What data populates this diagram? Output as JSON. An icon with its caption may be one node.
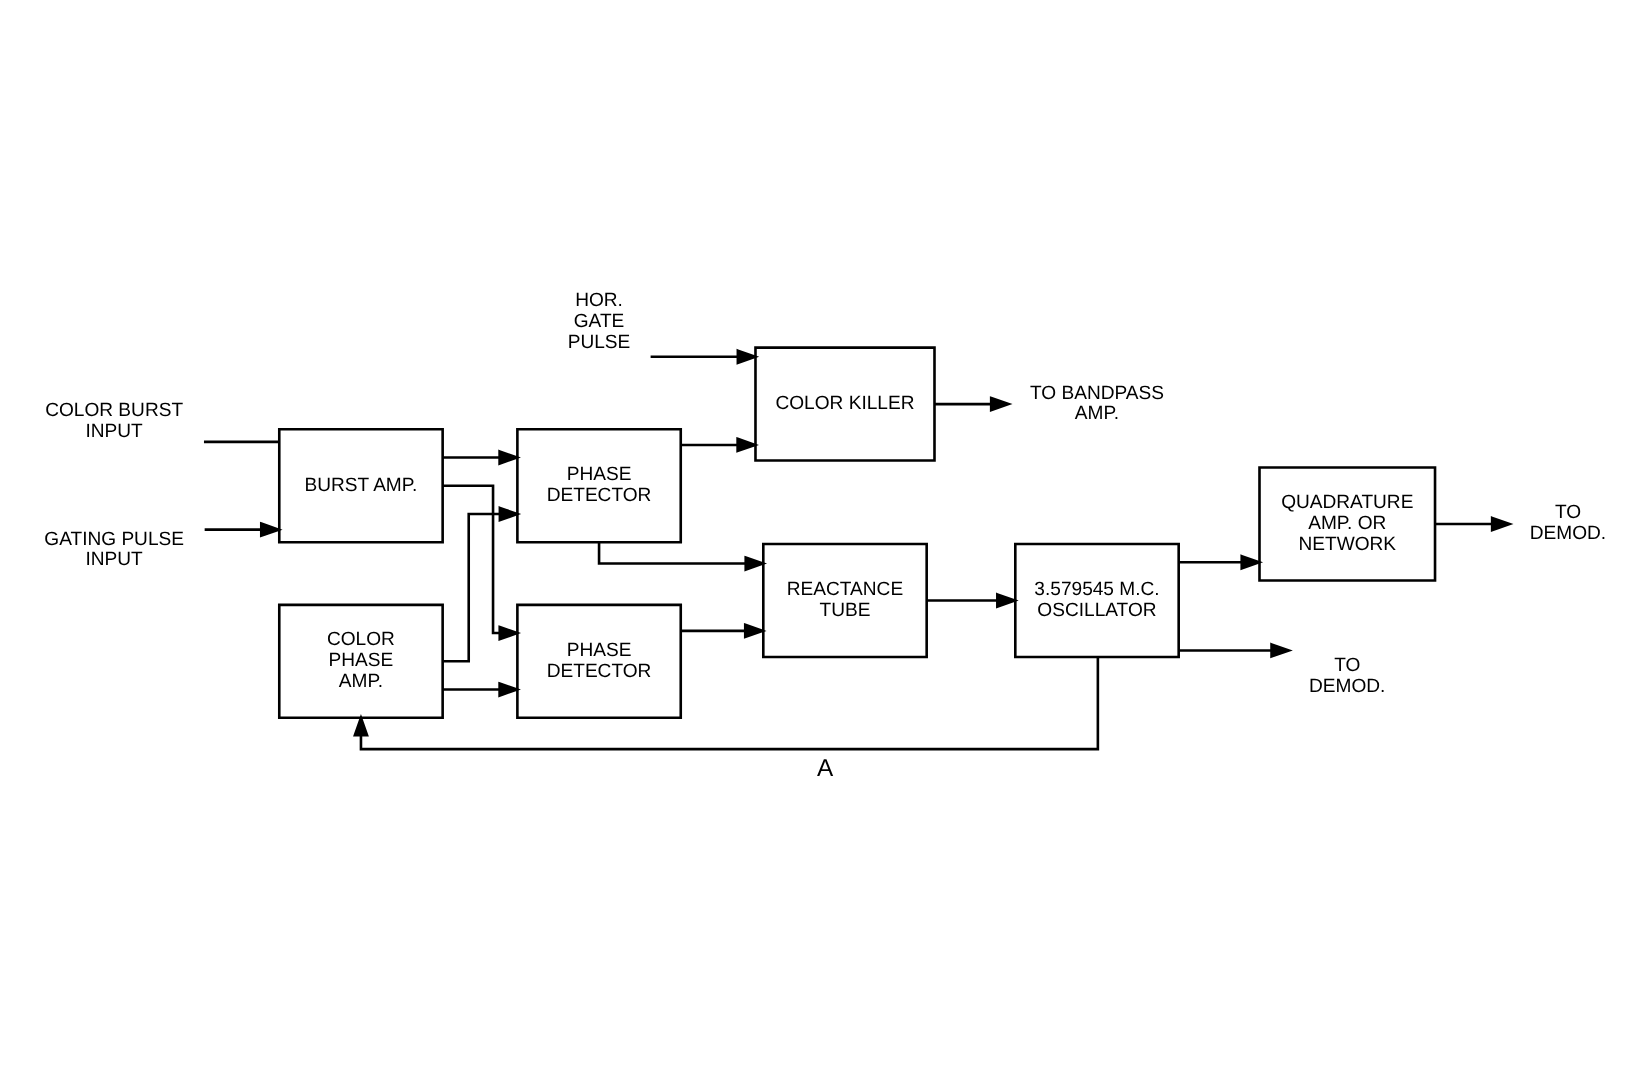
{
  "diagram": {
    "caption": "A",
    "nodes": [
      {
        "text": [
          "COLOR BURST INPUT"
        ]
      },
      {
        "text": [
          "BURST AMP."
        ]
      },
      {
        "text": [
          "GATING PULSE INPUT"
        ]
      },
      {
        "text": [
          "PHASE DETECTOR"
        ]
      },
      {
        "text": [
          "COLOR KILLER"
        ]
      },
      {
        "text": [
          "TO BANDPASS AMP."
        ]
      },
      {
        "text": [
          "HOR. GATE PULSE"
        ]
      },
      {
        "text": [
          "QUADRATURE AMP. OR NETWORK"
        ]
      },
      {
        "text": [
          "TO DEMOD."
        ]
      },
      {
        "text": [
          "COLOR PHASE AMP."
        ]
      },
      {
        "text": [
          "PHASE DETECTOR"
        ]
      },
      {
        "text": [
          "REACTANCE TUBE"
        ]
      },
      {
        "text": [
          "3.579545 M.C. OSCILLATOR"
        ]
      },
      {
        "text": [
          "TO DEMOD."
        ]
      }
    ],
    "edges": [
      {
        "from": 0,
        "to": 1,
        "arrow": "none"
      },
      {
        "from": 2,
        "to": 1,
        "arrow": "to"
      },
      {
        "from": 1,
        "to": 3,
        "arrow": "to"
      },
      {
        "from": 1,
        "to": 10,
        "arrow": "to"
      },
      {
        "from": 3,
        "to": 4,
        "arrow": "to"
      },
      {
        "from": 4,
        "to": 5,
        "arrow": "to"
      },
      {
        "from": 6,
        "to": 4,
        "arrow": "to"
      },
      {
        "from": 7,
        "to": 8,
        "arrow": "to"
      },
      {
        "from": 9,
        "to": 3,
        "arrow": "to"
      },
      {
        "from": 9,
        "to": 10,
        "arrow": "to"
      },
      {
        "from": 3,
        "to": 11,
        "arrow": "to"
      },
      {
        "from": 10,
        "to": 11,
        "arrow": "to"
      },
      {
        "from": 11,
        "to": 12,
        "arrow": "to"
      },
      {
        "from": 12,
        "to": 9,
        "arrow": "to"
      },
      {
        "from": 12,
        "to": 7,
        "arrow": "to"
      },
      {
        "from": 12,
        "to": 13,
        "arrow": "to"
      }
    ]
  }
}
